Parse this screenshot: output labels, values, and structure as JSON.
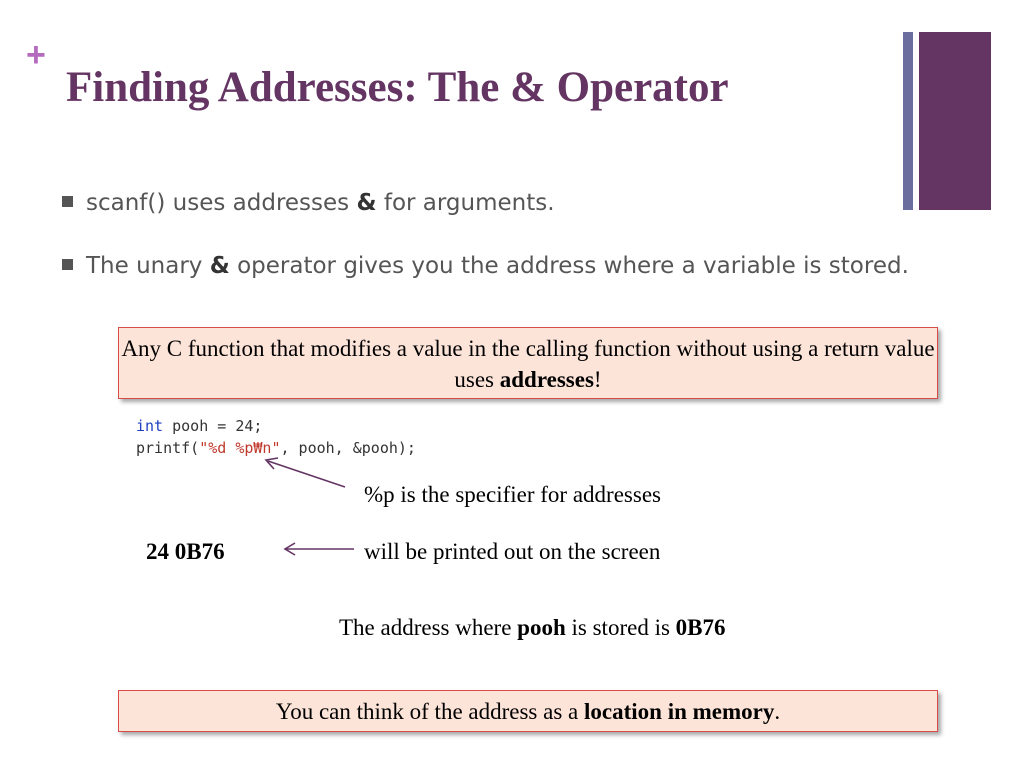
{
  "slide": {
    "plus": "+",
    "title": "Finding Addresses: The & Operator"
  },
  "bullets": [
    {
      "pre": "scanf() uses addresses ",
      "bold": "&",
      "post": " for arguments."
    },
    {
      "pre": "The unary ",
      "bold": "&",
      "post": " operator gives you the address where a variable is stored."
    }
  ],
  "callouts": {
    "first": {
      "pre": "Any C function that modifies a value in the calling function without using a return value uses ",
      "bold": "addresses",
      "post": "!"
    },
    "second": {
      "pre": "You can think of the address as a ",
      "bold": "location in memory",
      "post": "."
    }
  },
  "code": {
    "line1": {
      "keyword": "int",
      "rest": " pooh = 24;"
    },
    "line2": {
      "pre": "printf(",
      "string": "\"%d %p₩n\"",
      "post": ", pooh, &pooh);"
    }
  },
  "notes": {
    "specifier": "%p is the specifier for addresses",
    "output": "24 0B76",
    "printed": "will be printed out on the screen",
    "address": {
      "pre": "The address where ",
      "bold1": "pooh",
      "mid": " is stored is ",
      "bold2": "0B76"
    }
  },
  "colors": {
    "title": "#643463",
    "plus": "#b46bbd",
    "deco_thin": "#6b6d9e",
    "deco_thick": "#643463",
    "callout_fill": "#fde4d9",
    "callout_border": "#d84c47",
    "arrow": "#643463"
  }
}
